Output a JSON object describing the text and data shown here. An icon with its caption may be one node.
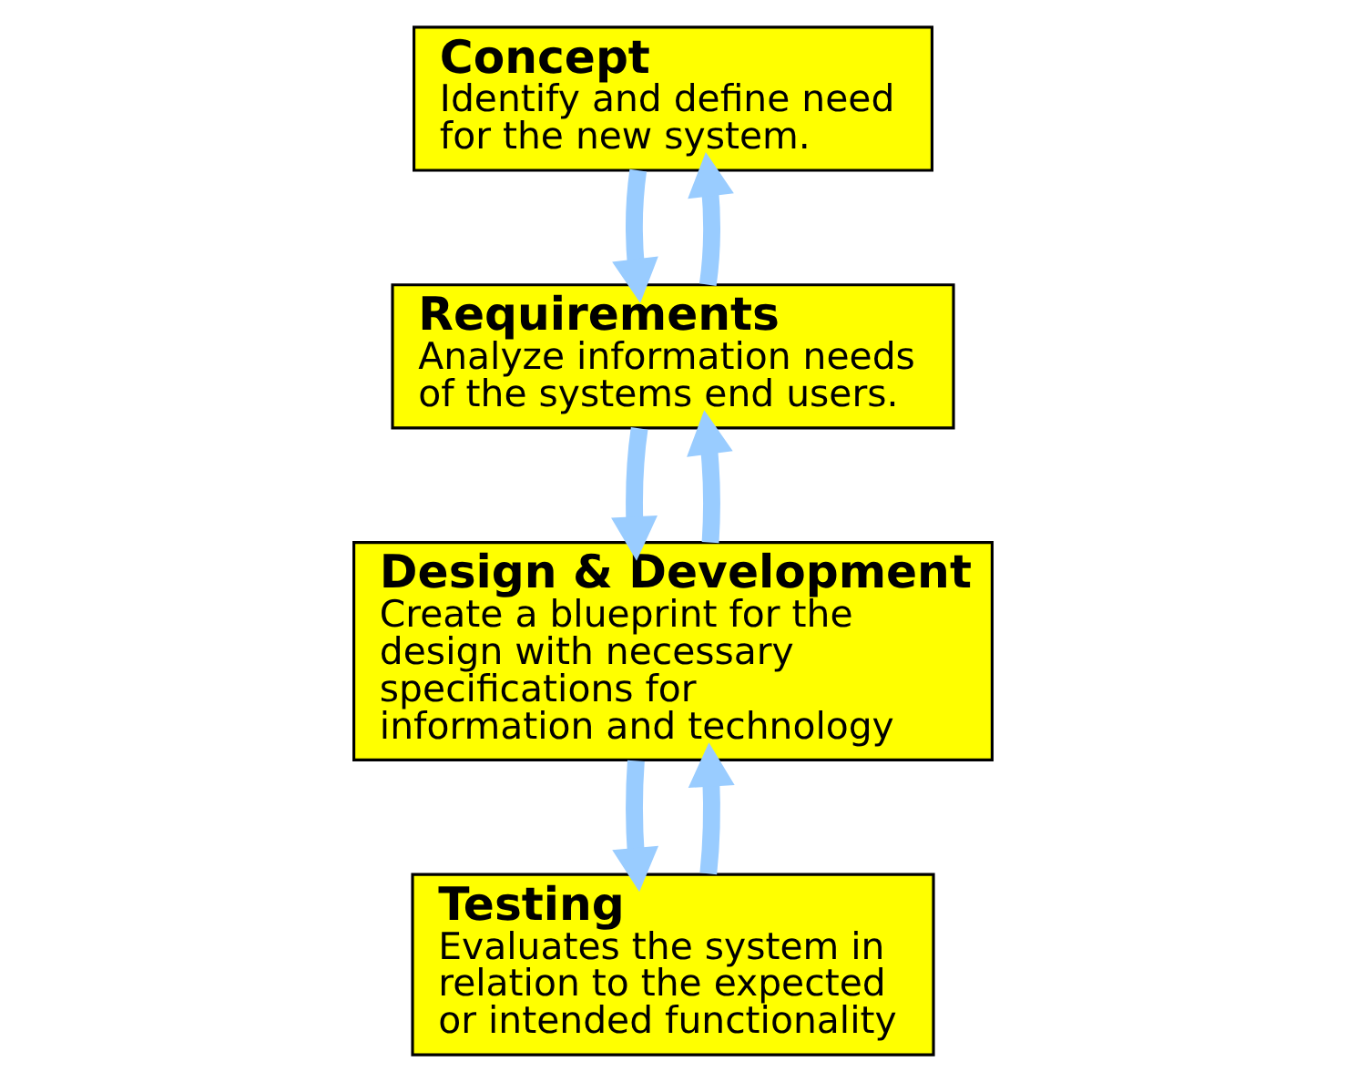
{
  "diagram": {
    "nodes": [
      {
        "text": [
          "Concept",
          "Identify and define need for the new system."
        ]
      },
      {
        "text": [
          "Requirements",
          "Analyze information needs of the systems end users."
        ]
      },
      {
        "text": [
          "Design & Development",
          "Create a blueprint for the design with necessary specifications for information and technology"
        ]
      },
      {
        "text": [
          "Testing",
          "Evaluates the system in relation to the expected or intended functionality"
        ]
      }
    ],
    "edges": [
      {
        "from": 0,
        "to": 1,
        "arrow": "to"
      },
      {
        "from": 1,
        "to": 0,
        "arrow": "to"
      },
      {
        "from": 1,
        "to": 2,
        "arrow": "to"
      },
      {
        "from": 2,
        "to": 1,
        "arrow": "to"
      },
      {
        "from": 2,
        "to": 3,
        "arrow": "to"
      },
      {
        "from": 3,
        "to": 2,
        "arrow": "to"
      }
    ]
  }
}
